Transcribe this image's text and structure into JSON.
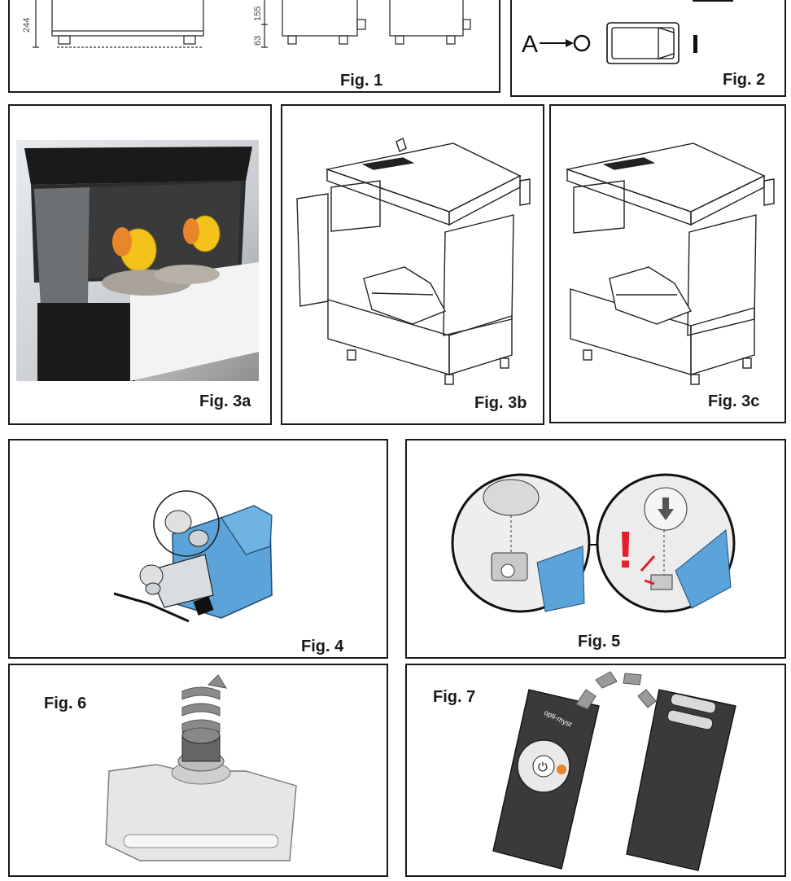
{
  "figures": {
    "fig1": {
      "label": "Fig. 1",
      "dims": [
        "244",
        "155",
        "63"
      ]
    },
    "fig2": {
      "label": "Fig. 2",
      "switch": {
        "pointer_letter": "A",
        "off_symbol": "O",
        "on_symbol": "I"
      }
    },
    "fig3a": {
      "label": "Fig. 3a"
    },
    "fig3b": {
      "label": "Fig. 3b"
    },
    "fig3c": {
      "label": "Fig. 3c"
    },
    "fig4": {
      "label": "Fig. 4"
    },
    "fig5": {
      "label": "Fig. 5",
      "warning_symbol": "!"
    },
    "fig6": {
      "label": "Fig. 6"
    },
    "fig7": {
      "label": "Fig. 7",
      "remote_brand": "opti-myst",
      "power_symbol": "⏻"
    }
  },
  "colors": {
    "border": "#1a1a1a",
    "part_blue": "#5ba3d9",
    "flame_yellow": "#f2c21b",
    "flame_orange": "#e8862a",
    "warning_red": "#e0202a",
    "remote_body": "#3a3a3a"
  }
}
